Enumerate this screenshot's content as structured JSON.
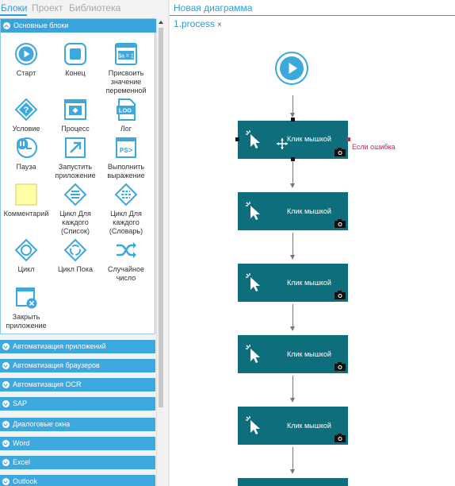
{
  "left_tabs": [
    "Блоки",
    "Проект",
    "Библиотека"
  ],
  "blocks": {
    "section_title": "Основные блоки",
    "tiles": [
      {
        "label": "Старт",
        "icon": "play-circle-icon"
      },
      {
        "label": "Конец",
        "icon": "stop-square-icon"
      },
      {
        "label": "Присвоить значение переменной",
        "icon": "assign-variable-icon",
        "icon_text": "$a = 1"
      },
      {
        "label": "Условие",
        "icon": "condition-diamond-icon"
      },
      {
        "label": "Процесс",
        "icon": "process-icon"
      },
      {
        "label": "Лог",
        "icon": "log-document-icon",
        "icon_text": "LOG"
      },
      {
        "label": "Пауза",
        "icon": "pause-clock-icon"
      },
      {
        "label": "Запустить приложение",
        "icon": "launch-app-icon"
      },
      {
        "label": "Выполнить выражение",
        "icon": "powershell-icon",
        "icon_text": "PS>"
      },
      {
        "label": "Комментарий",
        "icon": "comment-note-icon"
      },
      {
        "label": "Цикл Для каждого (Список)",
        "icon": "foreach-list-icon"
      },
      {
        "label": "Цикл Для каждого (Словарь)",
        "icon": "foreach-dict-icon"
      },
      {
        "label": "Цикл",
        "icon": "loop-icon"
      },
      {
        "label": "Цикл Пока",
        "icon": "while-loop-icon"
      },
      {
        "label": "Случайное число",
        "icon": "shuffle-icon"
      },
      {
        "label": "Закрыть приложение",
        "icon": "close-app-icon"
      }
    ]
  },
  "categories": [
    "Автоматизация приложений",
    "Автоматизация браузеров",
    "Автоматизация OCR",
    "SAP",
    "Диалоговые окна",
    "Word",
    "Excel",
    "Outlook"
  ],
  "document": {
    "tab_title": "Новая диаграмма 1.process",
    "close_glyph": "×"
  },
  "diagram": {
    "nodes": [
      {
        "label": "Клик мышкой"
      },
      {
        "label": "Клик мышкой"
      },
      {
        "label": "Клик мышкой"
      },
      {
        "label": "Клик мышкой"
      },
      {
        "label": "Клик мышкой"
      }
    ],
    "error_label": "Если ошибка"
  },
  "colors": {
    "accent": "#3da8dd",
    "block_fill": "#0f6e7c",
    "error": "#d0234d"
  }
}
